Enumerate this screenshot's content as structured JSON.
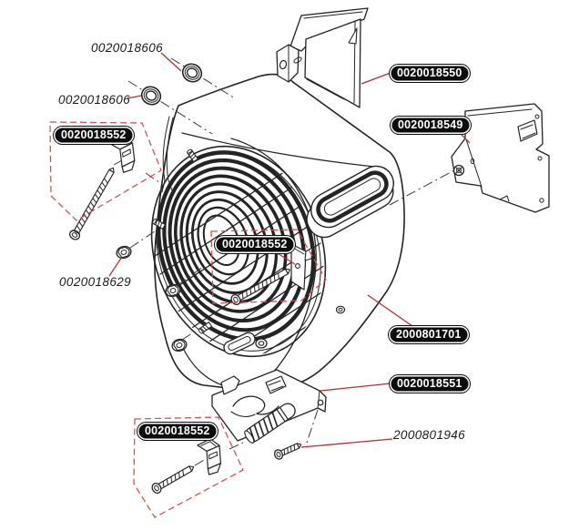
{
  "diagram": {
    "type": "exploded-parts-diagram",
    "subject": "heat cell assembly"
  },
  "colors": {
    "background": "#ffffff",
    "line_art": "#242424",
    "leader_line": "#b03030",
    "callout_dash_box": "#cf5353",
    "pill_background": "#0c0c0c",
    "pill_text": "#ffffff",
    "reference_text": "#1b1b1b"
  },
  "callouts": {
    "grommet_ref_upper": {
      "text": "0020018606",
      "style": "italic-reference"
    },
    "grommet_ref_lower": {
      "text": "0020018606",
      "style": "italic-reference"
    },
    "clip_kit_upper": {
      "text": "0020018552",
      "style": "pill-badge"
    },
    "nut_ref": {
      "text": "0020018629",
      "style": "italic-reference"
    },
    "clip_kit_center": {
      "text": "0020018552",
      "style": "pill-badge"
    },
    "bracket_top": {
      "text": "0020018550",
      "style": "pill-badge"
    },
    "bracket_side": {
      "text": "0020018549",
      "style": "pill-badge"
    },
    "heat_cell_body": {
      "text": "2000801701",
      "style": "pill-badge"
    },
    "bracket_bottom": {
      "text": "0020018551",
      "style": "pill-badge"
    },
    "clip_kit_lower": {
      "text": "0020018552",
      "style": "pill-badge"
    },
    "screw_ref": {
      "text": "2000801946",
      "style": "italic-reference"
    }
  }
}
